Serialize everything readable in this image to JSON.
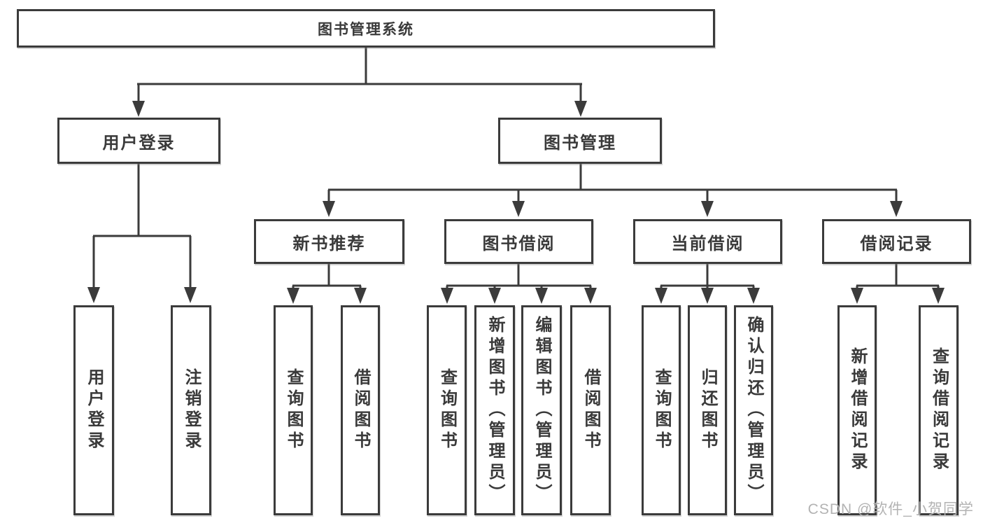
{
  "diagram": {
    "root": {
      "label": "图书管理系统"
    },
    "level2": [
      {
        "label": "用户登录"
      },
      {
        "label": "图书管理"
      }
    ],
    "level3": [
      {
        "label": "新书推荐"
      },
      {
        "label": "图书借阅"
      },
      {
        "label": "当前借阅"
      },
      {
        "label": "借阅记录"
      }
    ],
    "leaves": {
      "user": [
        {
          "label": "用户登录"
        },
        {
          "label": "注销登录"
        }
      ],
      "recommend": [
        {
          "label": "查询图书"
        },
        {
          "label": "借阅图书"
        }
      ],
      "borrow": [
        {
          "label": "查询图书"
        },
        {
          "label": "新增图书（管理员）"
        },
        {
          "label": "编辑图书（管理员）"
        },
        {
          "label": "借阅图书"
        }
      ],
      "current": [
        {
          "label": "查询图书"
        },
        {
          "label": "归还图书"
        },
        {
          "label": "确认归还（管理员）"
        }
      ],
      "records": [
        {
          "label": "新增借阅记录"
        },
        {
          "label": "查询借阅记录"
        }
      ]
    },
    "watermark": "CSDN @软件_小贺同学",
    "colors": {
      "line": "#3b3b3b",
      "text": "#3a3a3a",
      "watermark": "#b3b3b3",
      "background": "#ffffff"
    }
  }
}
